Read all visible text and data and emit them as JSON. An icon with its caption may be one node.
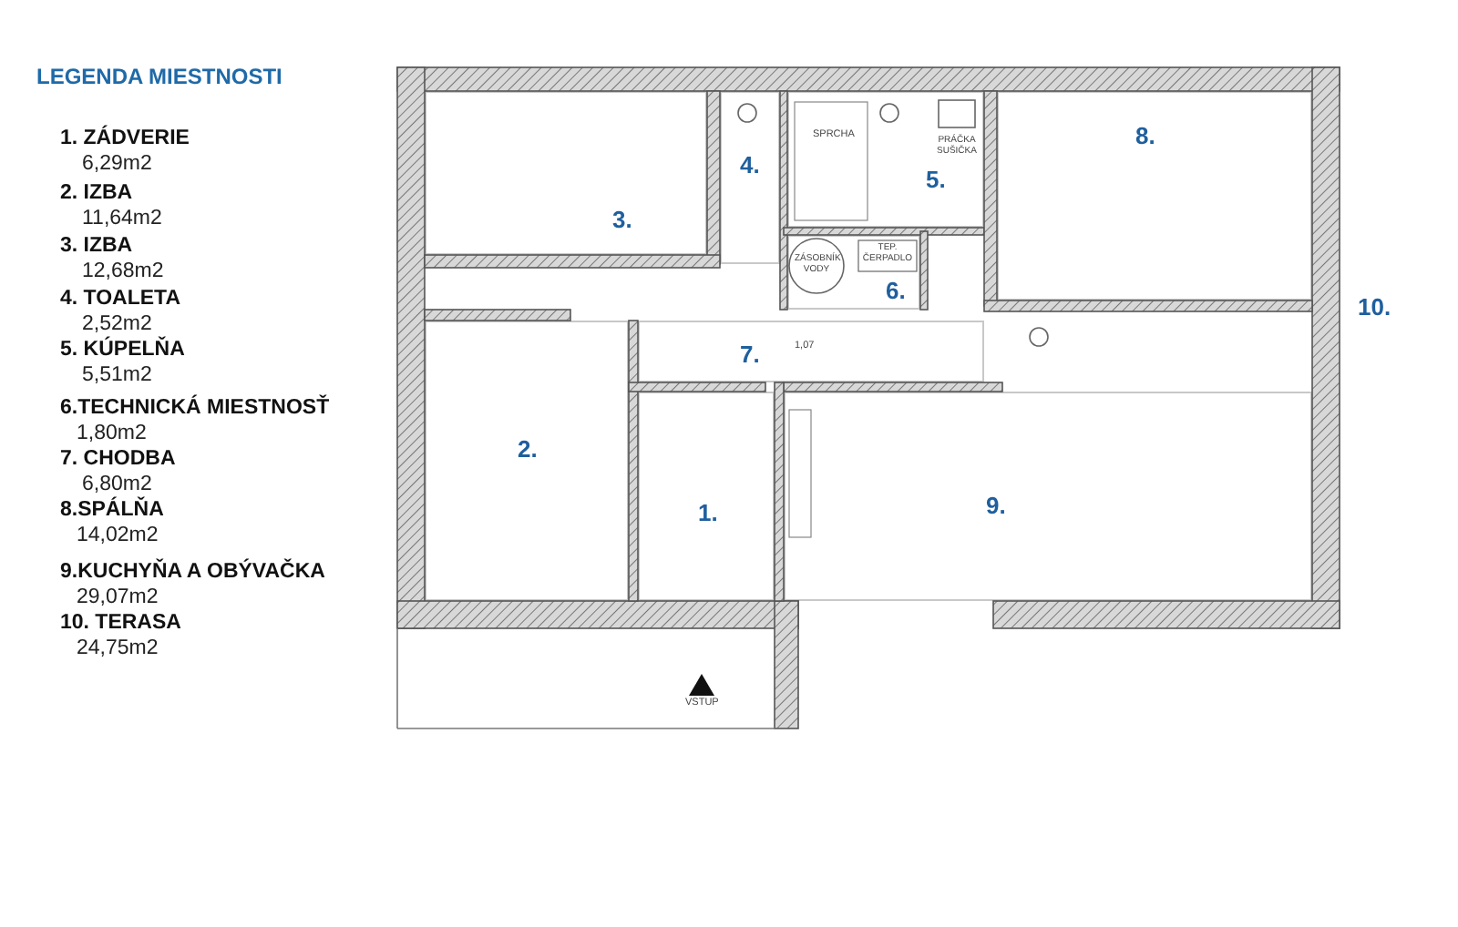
{
  "diagram": {
    "title": "LEGENDA MIESTNOSTI",
    "nodes": [
      {
        "text": [
          "3."
        ]
      },
      {
        "text": [
          "4."
        ]
      },
      {
        "text": [
          "5."
        ]
      },
      {
        "text": [
          "8."
        ]
      },
      {
        "text": [
          "6."
        ]
      },
      {
        "text": [
          "7."
        ]
      },
      {
        "text": [
          "2."
        ]
      },
      {
        "text": [
          "1."
        ]
      },
      {
        "text": [
          "9."
        ]
      }
    ],
    "labels": [
      "1. ZÁDVERIE",
      "6,29m2",
      "2. IZBA",
      "11,64m2",
      "3. IZBA",
      "12,68m2",
      "4. TOALETA",
      "2,52m2",
      "5. KÚPELŇA",
      "5,51m2",
      "6.TECHNICKÁ MIESTNOSŤ",
      "1,80m2",
      "7. CHODBA",
      "6,80m2",
      "8.SPÁLŇA",
      "14,02m2",
      "9.KUCHYŇA A OBÝVAČKA",
      "29,07m2",
      "10. TERASA",
      "24,75m2",
      "SPRCHA",
      "PRÁČKA SUŠIČKA",
      "ZÁSOBNÍK VODY",
      "TEP. ČERPADLO",
      "10.",
      "1,07",
      "VSTUP"
    ]
  }
}
